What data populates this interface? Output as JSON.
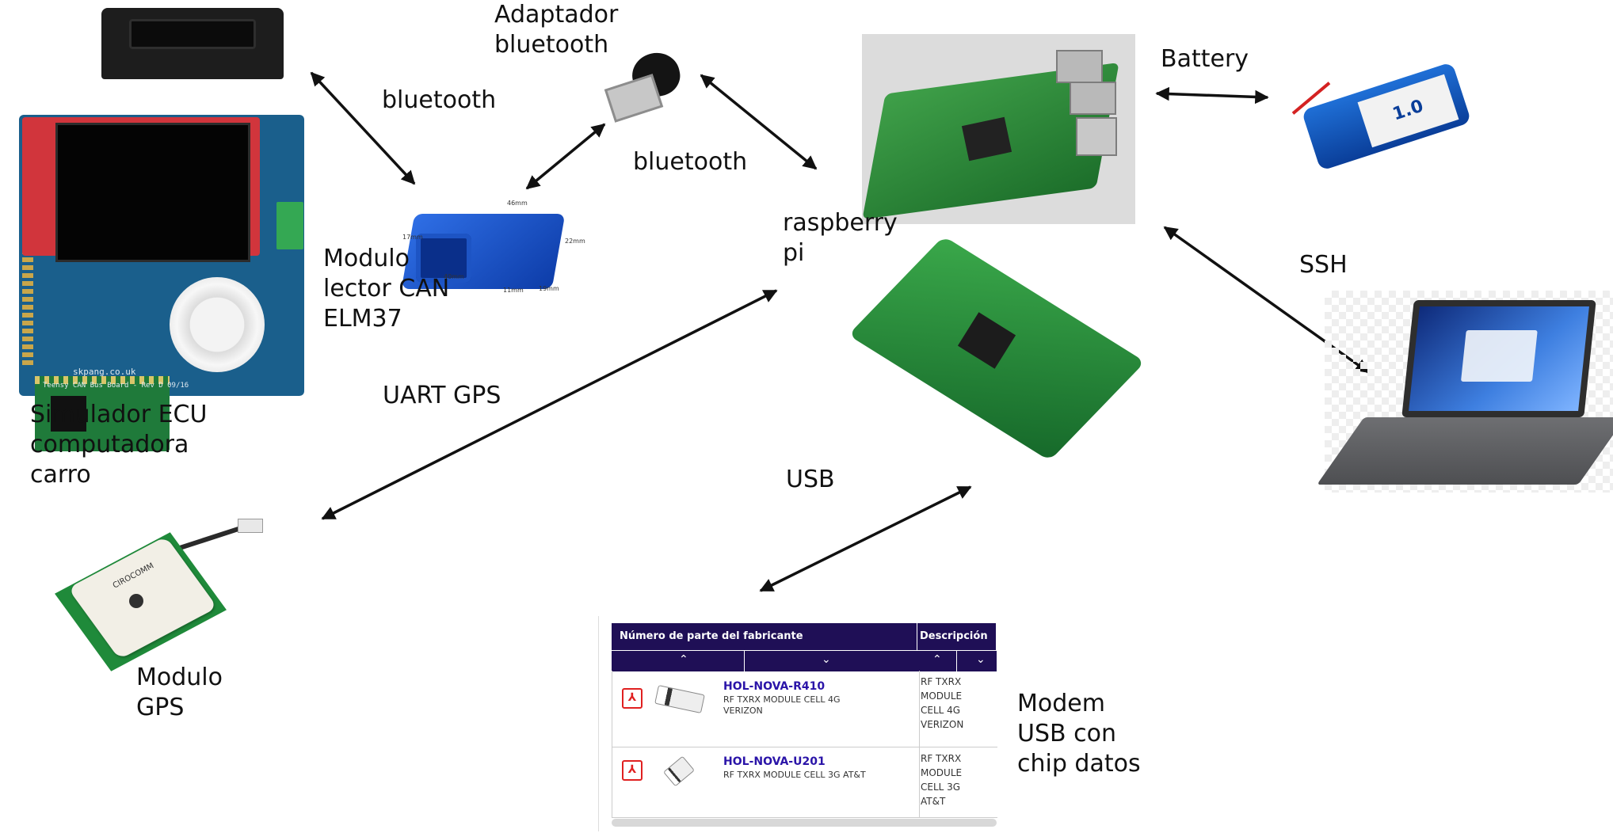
{
  "labels": {
    "simulator": [
      "Simulador ECU",
      "computadora",
      "carro"
    ],
    "bt_adapter": [
      "Adaptador",
      "bluetooth"
    ],
    "bluetooth_1": "bluetooth",
    "bluetooth_2": "bluetooth",
    "can_module": [
      "Modulo",
      "lector CAN",
      "ELM37"
    ],
    "raspberry": [
      "raspberry",
      "pi"
    ],
    "battery": "Battery",
    "ssh": "SSH",
    "uart": "UART GPS",
    "usb": "USB",
    "gps_module": [
      "Modulo",
      "GPS"
    ],
    "modem": [
      "Modem",
      "USB con",
      "chip datos"
    ]
  },
  "ecu_board": {
    "url": "skpang.co.uk",
    "model": "Teensy CAN Bus Board - Rev D 09/16"
  },
  "elm_dims": [
    "46mm",
    "17mm",
    "40mm",
    "11mm",
    "22mm",
    "19mm"
  ],
  "battery_label": "1.0",
  "gps_brand": "CIROCOMM",
  "modem_table": {
    "col_part": "Número de parte del fabricante",
    "col_desc": "Descripción",
    "sort_up": "⌃",
    "sort_down": "⌄",
    "rows": [
      {
        "part": "HOL-NOVA-R410",
        "sub": "RF TXRX MODULE CELL 4G VERIZON",
        "desc": [
          "RF TXRX",
          "MODULE",
          "CELL 4G",
          "VERIZON"
        ]
      },
      {
        "part": "HOL-NOVA-U201",
        "sub": "RF TXRX MODULE CELL 3G AT&T",
        "desc": [
          "RF TXRX",
          "MODULE",
          "CELL 3G",
          "AT&T"
        ]
      }
    ]
  },
  "icons": {
    "pdf": "pdf-icon"
  }
}
